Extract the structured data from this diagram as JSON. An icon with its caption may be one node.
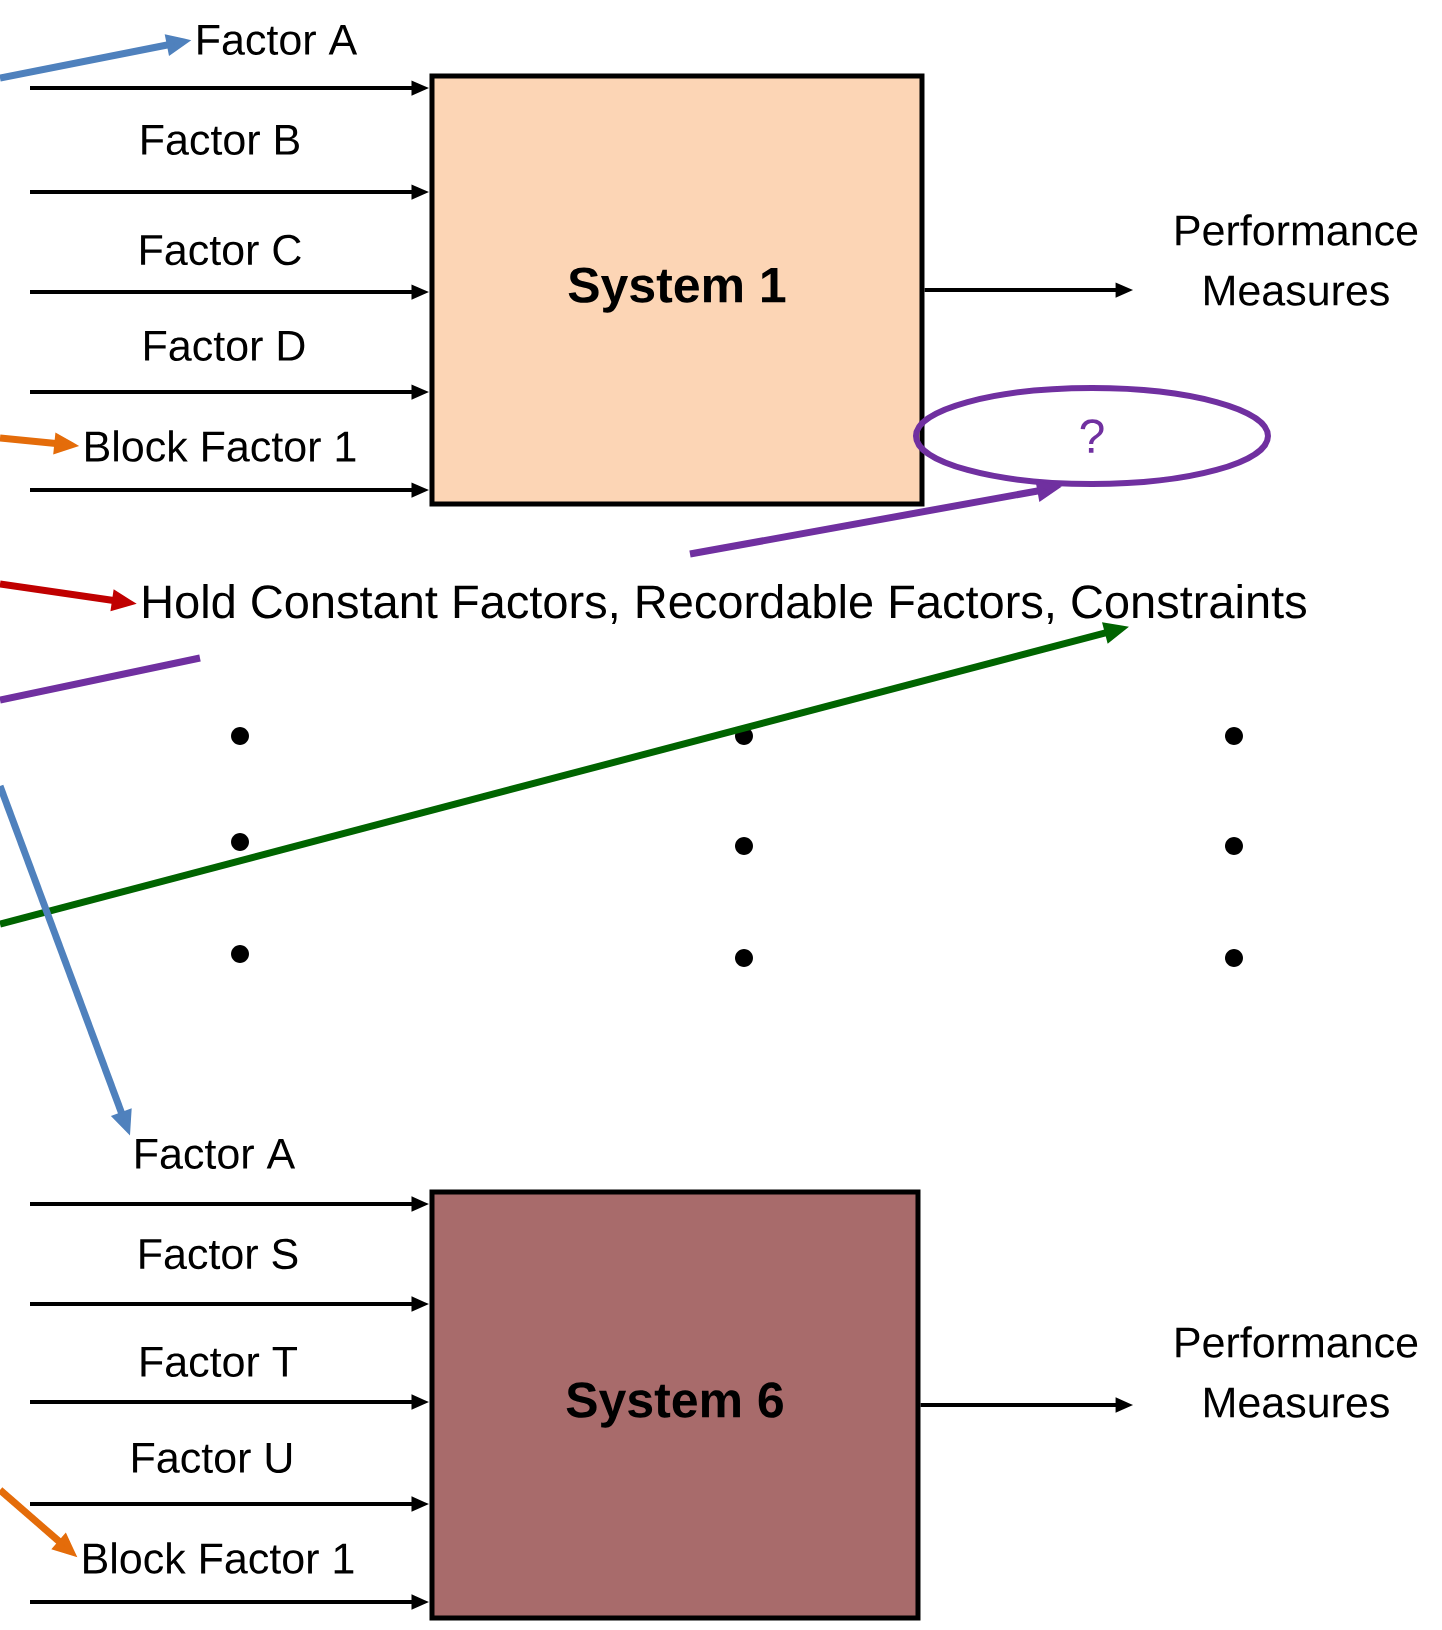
{
  "diagram": {
    "nodes": [
      {
        "text": [
          "Factor A"
        ]
      },
      {
        "text": [
          "Factor B"
        ]
      },
      {
        "text": [
          "Factor C"
        ]
      },
      {
        "text": [
          "Factor D"
        ]
      },
      {
        "text": [
          "Block Factor 1"
        ]
      },
      {
        "text": [
          "System 1"
        ]
      },
      {
        "text": [
          "Performance Measures"
        ]
      },
      {
        "text": [
          "?"
        ]
      },
      {
        "text": [
          "Hold Constant Factors, Recordable Factors, Constraints"
        ]
      },
      {
        "text": [
          "Factor A"
        ]
      },
      {
        "text": [
          "Factor S"
        ]
      },
      {
        "text": [
          "Factor T"
        ]
      },
      {
        "text": [
          "Factor U"
        ]
      },
      {
        "text": [
          "Block Factor 1"
        ]
      },
      {
        "text": [
          "System 6"
        ]
      },
      {
        "text": [
          "Performance Measures"
        ]
      }
    ],
    "edges": [
      {
        "from": null,
        "to": 5,
        "arrow": "to"
      },
      {
        "from": null,
        "to": 5,
        "arrow": "to"
      },
      {
        "from": null,
        "to": 5,
        "arrow": "to"
      },
      {
        "from": null,
        "to": 5,
        "arrow": "to"
      },
      {
        "from": null,
        "to": 5,
        "arrow": "to"
      },
      {
        "from": 5,
        "to": 6,
        "arrow": "to"
      },
      {
        "from": null,
        "to": 0,
        "arrow": "to",
        "color": "#4f81bd"
      },
      {
        "from": null,
        "to": 4,
        "arrow": "to",
        "color": "#e46c0a"
      },
      {
        "from": null,
        "to": 8,
        "arrow": "to",
        "color": "#c00000"
      },
      {
        "from": null,
        "to": 7,
        "arrow": "to",
        "color": "#7030a0"
      },
      {
        "from": null,
        "to": 8,
        "arrow": "to",
        "color": "#006400"
      },
      {
        "from": null,
        "to": 9,
        "arrow": "to",
        "color": "#4f81bd"
      },
      {
        "from": null,
        "to": 14,
        "arrow": "to"
      },
      {
        "from": null,
        "to": 14,
        "arrow": "to"
      },
      {
        "from": null,
        "to": 14,
        "arrow": "to"
      },
      {
        "from": null,
        "to": 14,
        "arrow": "to"
      },
      {
        "from": null,
        "to": 14,
        "arrow": "to"
      },
      {
        "from": 14,
        "to": 15,
        "arrow": "to"
      },
      {
        "from": null,
        "to": 13,
        "arrow": "to",
        "color": "#e46c0a"
      }
    ]
  }
}
